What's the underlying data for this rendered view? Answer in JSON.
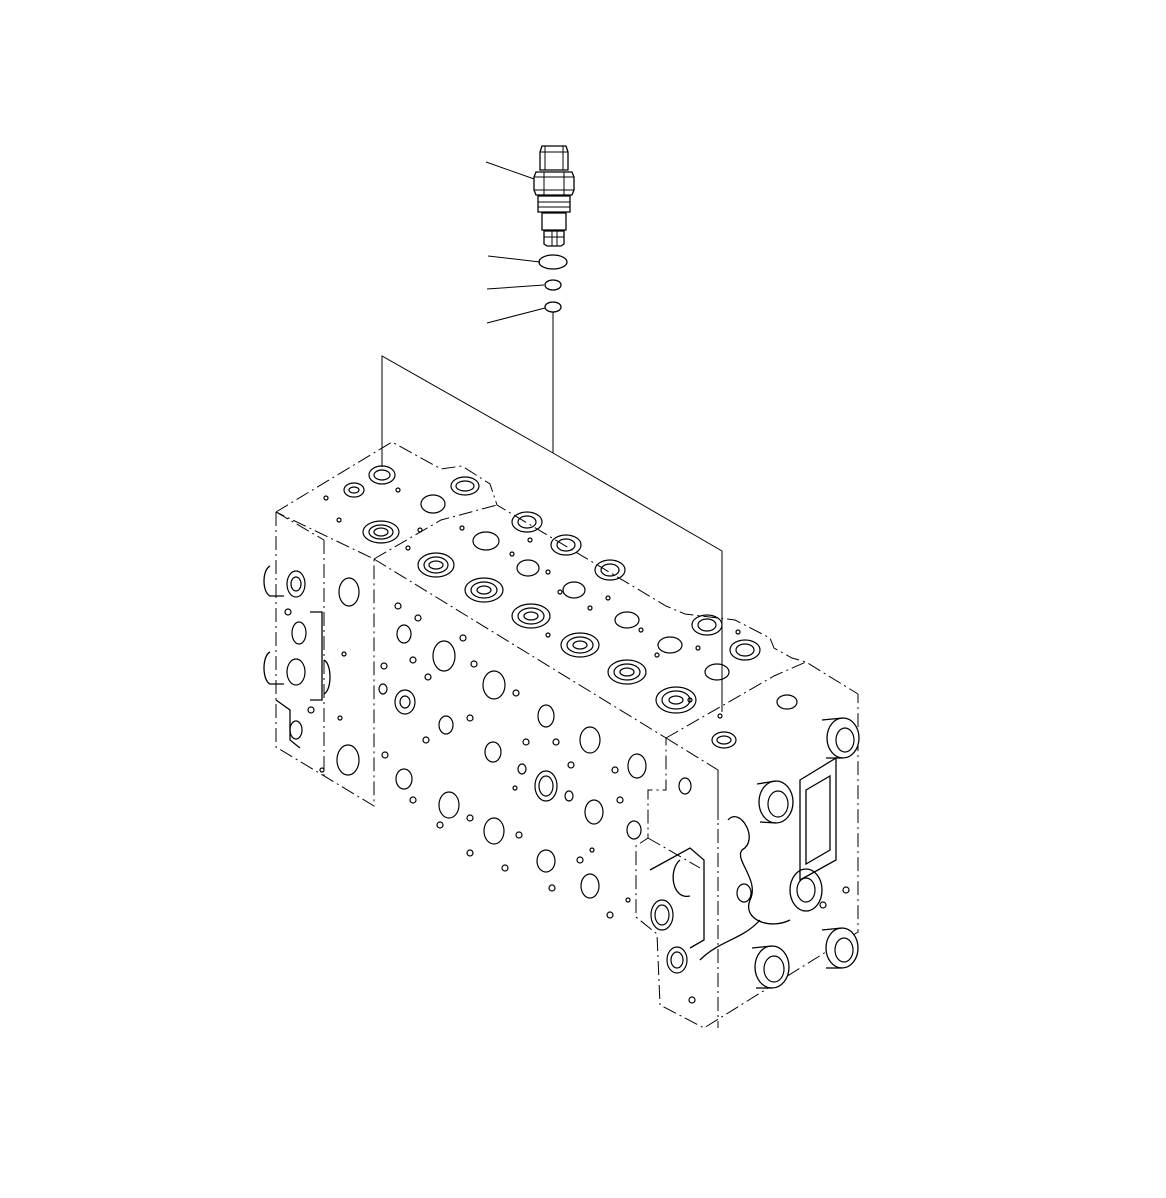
{
  "diagram": {
    "parts": [
      {
        "id": "relief-valve",
        "icon": "relief-valve-icon"
      },
      {
        "id": "o-ring-large",
        "icon": "o-ring-icon"
      },
      {
        "id": "o-ring-small",
        "icon": "o-ring-icon"
      },
      {
        "id": "backup-ring",
        "icon": "backup-ring-icon"
      },
      {
        "id": "control-valve-body",
        "icon": "valve-block-icon"
      }
    ],
    "line_color": "#000000",
    "background": "#ffffff"
  }
}
